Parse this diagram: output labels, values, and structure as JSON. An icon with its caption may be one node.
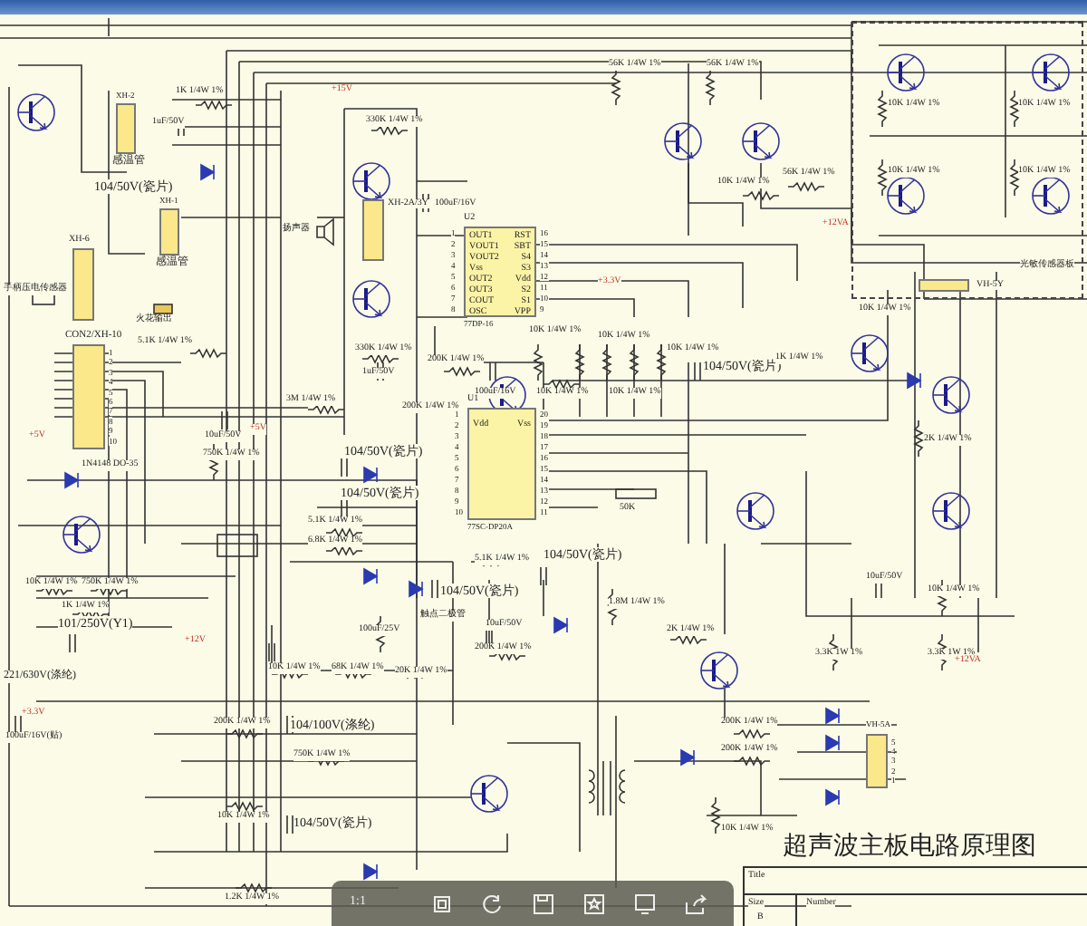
{
  "diagram": {
    "title": "超声波主板电路原理图",
    "nodes": [
      {
        "text": [
          "U2",
          "OUT1",
          "VOUT1",
          "VOUT2",
          "Vss",
          "OUT2",
          "OUT3",
          "COUT",
          "OSC",
          "RST",
          "SBT",
          "S4",
          "S3",
          "Vdd",
          "S2",
          "S1",
          "VPP"
        ],
        "beside": [
          "77DP-16",
          "1",
          "2",
          "3",
          "4",
          "5",
          "6",
          "7",
          "8",
          "16",
          "15",
          "14",
          "13",
          "12",
          "11",
          "10",
          "9"
        ]
      },
      {
        "text": [
          "U1",
          "Vdd",
          "Vss"
        ],
        "beside": [
          "77SC-DP20A",
          "1",
          "2",
          "3",
          "4",
          "5",
          "6",
          "7",
          "8",
          "9",
          "10",
          "20",
          "19",
          "18",
          "17",
          "16",
          "15",
          "14",
          "13",
          "12",
          "11"
        ]
      },
      {
        "text": [
          "XH-2",
          "感温管"
        ]
      },
      {
        "text": [
          "XH-1",
          "感温管"
        ]
      },
      {
        "text": [
          "XH-2A/3Y"
        ]
      },
      {
        "text": [
          "XH-6"
        ]
      },
      {
        "text": [
          "CON2/XH-10"
        ],
        "beside": [
          "1",
          "2",
          "3",
          "4",
          "5",
          "6",
          "7",
          "8",
          "9",
          "10"
        ]
      },
      {
        "text": [
          "光敏传感器板"
        ]
      },
      {
        "text": [
          "VH-5Y"
        ],
        "in": 7
      },
      {
        "text": [
          "VH-5A"
        ],
        "beside": [
          "5",
          "4",
          "3",
          "2",
          "1"
        ]
      }
    ],
    "labels": [
      "1K 1/4W 1%",
      "1uF/50V",
      "104/50V(瓷片)",
      "+15V",
      "330K 1/4W 1%",
      "扬声器",
      "100uF/16V",
      "330K 1/4W 1%",
      "手柄压电传感器",
      "火花输出",
      "5.1K 1/4W 1%",
      "56K 1/4W 1%",
      "56K 1/4W 1%",
      "10K 1/4W 1%",
      "56K 1/4W 1%",
      "+12VA",
      "+3.3V",
      "200K 1/4W 1%",
      "100uF/16V",
      "10K 1/4W 1%",
      "10K 1/4W 1%",
      "10K 1/4W 1%",
      "10K 1/4W 1%",
      "10K 1/4W 1%",
      "104/50V(瓷片)",
      "1K 1/4W 1%",
      "10K 1/4W 1%",
      "10K 1/4W 1%",
      "10K 1/4W 1%",
      "10K 1/4W 1%",
      "10K 1/4W 1%",
      "2K 1/4W 1%",
      "1uF/50V",
      "200K 1/4W 1%",
      "3M 1/4W 1%",
      "+5V",
      "10uF/50V",
      "750K 1/4W 1%",
      "+5V",
      "1N4148 DO-35",
      "104/50V(瓷片)",
      "104/50V(瓷片)",
      "5.1K 1/4W 1%",
      "6.8K 1/4W 1%",
      "10K 1/4W 1%",
      "750K 1/4W 1%",
      "1K 1/4W 1%",
      "101/250V(Y1)",
      "+12V",
      "100uF/25V",
      "10K 1/4W 1%",
      "68K 1/4W 1%",
      "20K 1/4W 1%",
      "50K",
      "5.1K 1/4W 1%",
      "104/50V(瓷片)",
      "104/50V(瓷片)",
      "触点二极管",
      "10uF/50V",
      "1.8M 1/4W 1%",
      "200K 1/4W 1%",
      "2K 1/4W 1%",
      "3.3K 1W 1%",
      "3.3K 1W 1%",
      "10uF/50V",
      "10K 1/4W 1%",
      "+12VA",
      "+3.3V",
      "100uF/16V(贴)",
      "200K 1/4W 1%",
      "104/100V(涤纶)",
      "750K 1/4W 1%",
      "200K 1/4W 1%",
      "200K 1/4W 1%",
      "10K 1/4W 1%",
      "104/50V(瓷片)",
      "1.2K 1/4W 1%",
      "10K 1/4W 1%",
      "221/630V(涤纶)",
      "Title",
      "1:1",
      "Size",
      "B",
      "Number"
    ]
  }
}
